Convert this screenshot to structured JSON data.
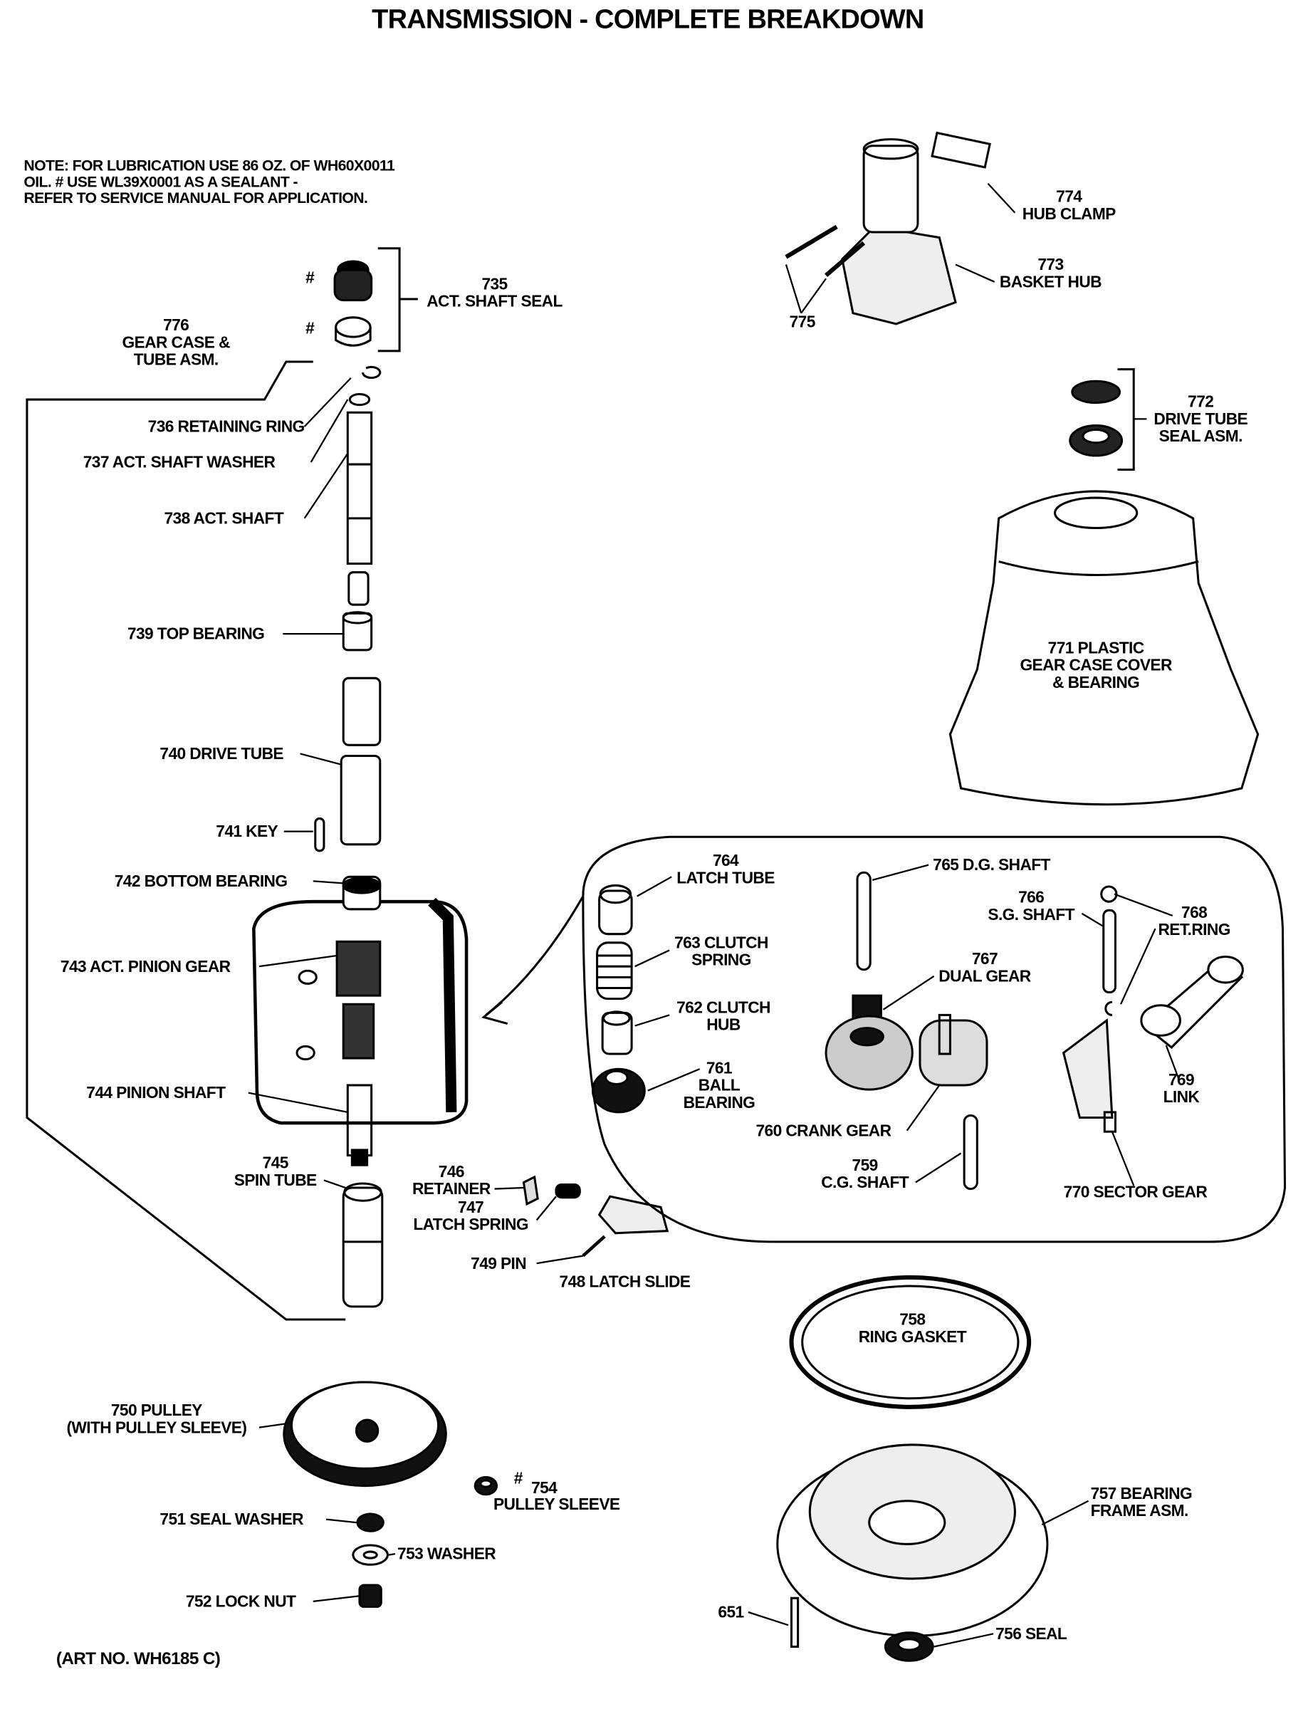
{
  "title": "TRANSMISSION - COMPLETE BREAKDOWN",
  "note": [
    "NOTE: FOR LUBRICATION USE 86 OZ. OF WH60X0011",
    "OIL. # USE WL39X0001 AS A SEALANT -",
    "REFER TO SERVICE MANUAL FOR APPLICATION."
  ],
  "art_no": "(ART NO. WH6185 C)",
  "sealant_mark": "#",
  "parts": {
    "p735": {
      "num": "735",
      "name": "ACT. SHAFT SEAL"
    },
    "p776": {
      "num": "776",
      "name1": "GEAR CASE &",
      "name2": "TUBE ASM."
    },
    "p736": "736 RETAINING RING",
    "p737": "737  ACT. SHAFT WASHER",
    "p738": "738 ACT. SHAFT",
    "p739": "739 TOP BEARING",
    "p740": "740 DRIVE TUBE",
    "p741": "741 KEY",
    "p742": "742 BOTTOM BEARING",
    "p743": "743 ACT. PINION GEAR",
    "p744": "744 PINION SHAFT",
    "p745": {
      "num": "745",
      "name": "SPIN TUBE"
    },
    "p746": {
      "num": "746",
      "name": "RETAINER"
    },
    "p747": {
      "num": "747",
      "name": "LATCH SPRING"
    },
    "p749": "749 PIN",
    "p748": "748 LATCH SLIDE",
    "p750": {
      "num": "750 PULLEY",
      "name": "(WITH PULLEY SLEEVE)"
    },
    "p754": {
      "num": "754",
      "name": "PULLEY SLEEVE"
    },
    "p751": "751 SEAL WASHER",
    "p753": "753 WASHER",
    "p752": "752 LOCK NUT",
    "p774": {
      "num": "774",
      "name": "HUB CLAMP"
    },
    "p773": {
      "num": "773",
      "name": "BASKET HUB"
    },
    "p775": "775",
    "p772": {
      "num": "772",
      "name1": "DRIVE TUBE",
      "name2": "SEAL ASM."
    },
    "p771": {
      "num": "771 PLASTIC",
      "name1": "GEAR CASE COVER",
      "name2": "& BEARING"
    },
    "p764": {
      "num": "764",
      "name": "LATCH TUBE"
    },
    "p765": "765 D.G. SHAFT",
    "p766": {
      "num": "766",
      "name": "S.G. SHAFT"
    },
    "p768": {
      "num": "768",
      "name": "RET.RING"
    },
    "p763": {
      "num": "763 CLUTCH",
      "name": "SPRING"
    },
    "p767": {
      "num": "767",
      "name": "DUAL GEAR"
    },
    "p762": {
      "num": "762 CLUTCH",
      "name": "HUB"
    },
    "p761": {
      "num": "761",
      "name1": "BALL",
      "name2": "BEARING"
    },
    "p769": {
      "num": "769",
      "name": "LINK"
    },
    "p760": "760 CRANK GEAR",
    "p759": {
      "num": "759",
      "name": "C.G. SHAFT"
    },
    "p770": "770 SECTOR GEAR",
    "p758": {
      "num": "758",
      "name": "RING GASKET"
    },
    "p757": {
      "num": "757 BEARING",
      "name": "FRAME ASM."
    },
    "p651": "651",
    "p756": "756 SEAL"
  }
}
